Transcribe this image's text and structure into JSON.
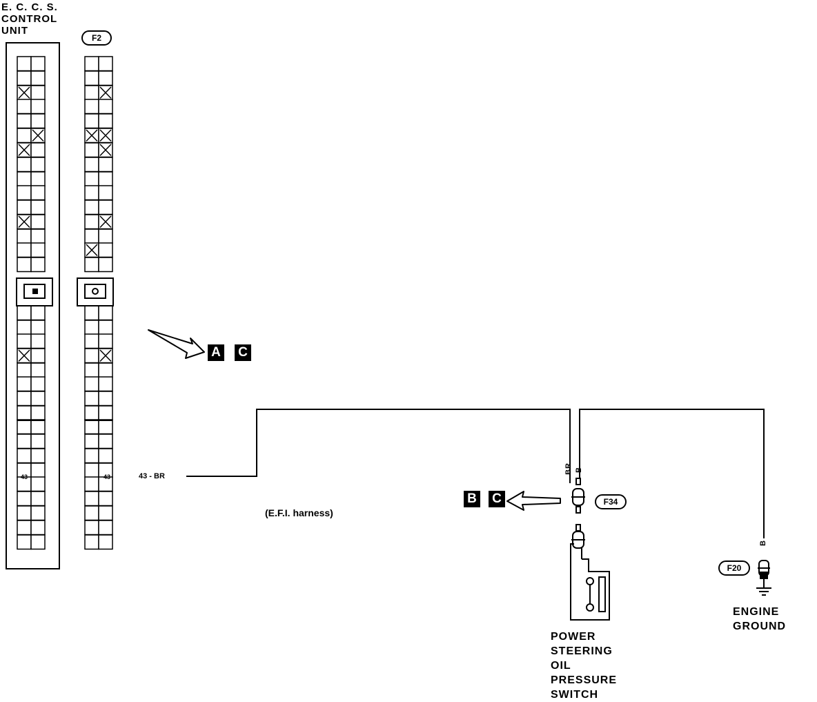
{
  "ecu": {
    "label": "E. C. C. S.\nCONTROL\nUNIT"
  },
  "connectors": {
    "f2": "F2",
    "f34": "F34",
    "f20": "F20"
  },
  "pins": {
    "ecu_43": "43",
    "f2_43": "43"
  },
  "wires": {
    "from_ecu": "43 - BR",
    "f34_br": "BR",
    "f34_b": "B",
    "f20_b": "B"
  },
  "harness_note": "(E.F.I. harness)",
  "refs": {
    "top": [
      "A",
      "C"
    ],
    "bottom": [
      "B",
      "C"
    ]
  },
  "components": {
    "switch": "POWER\nSTEERING\nOIL\nPRESSURE\nSWITCH",
    "ground": "ENGINE\nGROUND"
  },
  "colors": {
    "line": "#000000",
    "background": "#ffffff"
  }
}
